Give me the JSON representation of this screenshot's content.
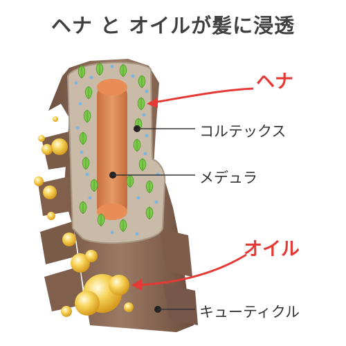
{
  "title": "ヘナ と オイルが髪に浸透",
  "callouts": {
    "henna": "ヘナ",
    "oil": "オイル"
  },
  "labels": {
    "cortex": "コルテックス",
    "medulla": "メデュラ",
    "cuticle": "キューティクル"
  },
  "colors": {
    "title": "#3f3f3f",
    "accent_red": "#e53935",
    "cuticle_brown": "#8a6a55",
    "cortex_beige": "#c9bba8",
    "medulla_orange": "#d9824f",
    "leaf_green": "#7cc84a",
    "oil_gold": "#f3c43a"
  }
}
